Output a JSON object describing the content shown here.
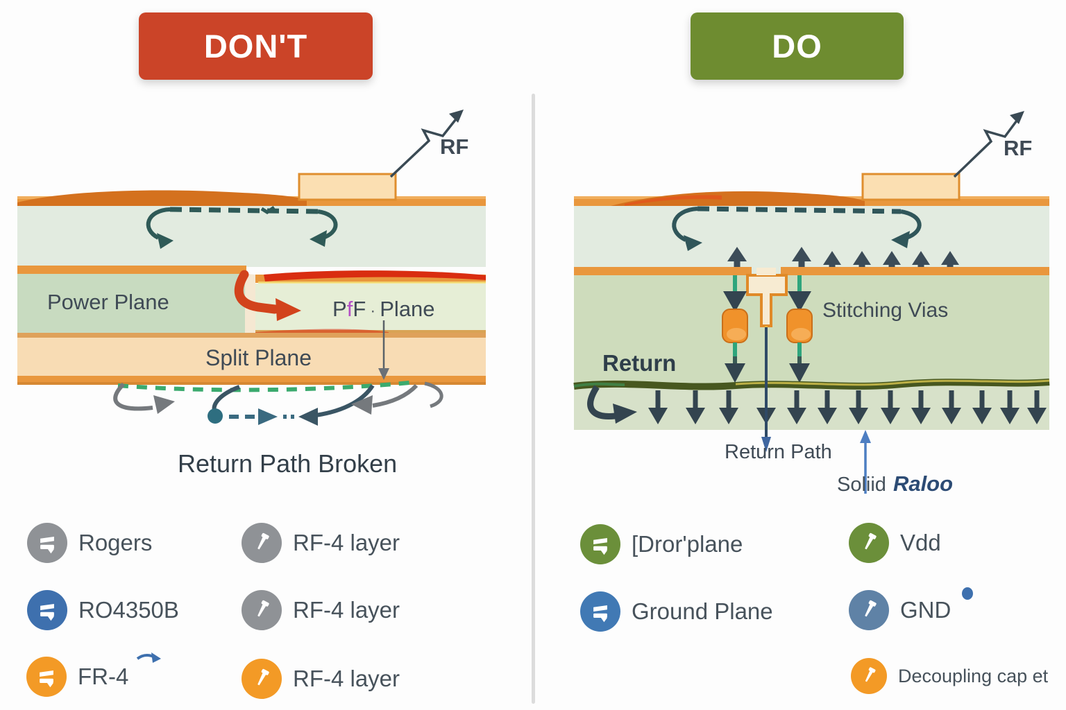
{
  "banners": {
    "dont": "DON'T",
    "do": "DO"
  },
  "left": {
    "rf": "RF",
    "power_plane": "Power Plane",
    "rf_plane": {
      "p": "P",
      "f": "f",
      "rest": "F",
      "sep": "·",
      "plane": "Plane"
    },
    "split_plane": "Split Plane",
    "caption": "Return Path Broken",
    "legend": [
      {
        "icon": "layers-icon",
        "color": "#8f9296",
        "label": "Rogers"
      },
      {
        "icon": "layers-icon",
        "color": "#3e70ae",
        "label": "RO4350B"
      },
      {
        "icon": "layers-icon",
        "color": "#f39a26",
        "label": "FR-4"
      },
      {
        "icon": "via-icon",
        "color": "#8f9296",
        "label": "RF-4 layer"
      },
      {
        "icon": "via-icon",
        "color": "#8f9296",
        "label": "RF-4 layer"
      },
      {
        "icon": "via-icon",
        "color": "#f39a26",
        "label": "RF-4 layer"
      }
    ]
  },
  "right": {
    "rf": "RF",
    "stitching_vias": "Stitching Vias",
    "return": "Return",
    "return_path": "Return Path",
    "solid_caption": {
      "normal": "Soliid",
      "accent": "Raloo"
    },
    "legend": [
      {
        "icon": "layers-icon",
        "color": "#6b8f3a",
        "label": "[Dror'plane"
      },
      {
        "icon": "layers-icon",
        "color": "#4179b4",
        "label": "Ground Plane"
      },
      {
        "icon": "via-icon",
        "color": "#6b8f3a",
        "label": "Vdd"
      },
      {
        "icon": "via-icon",
        "color": "#5f82a6",
        "label": "GND"
      },
      {
        "icon": "via-icon",
        "color": "#f39a26",
        "label": "Decoupling cap et"
      }
    ]
  },
  "colors": {
    "dont_banner": "#cb4428",
    "do_banner": "#6e8c30",
    "copper": "#e9973d",
    "copper_dark": "#d4711e",
    "pad_fill": "#fbdfb2",
    "pad_border": "#df8e2e",
    "substrate_light": "#e2ebe0",
    "power_plane_green": "#c8dbc0",
    "split_plane_tan": "#f8dcb4",
    "lower_substrate": "#cedcbc",
    "arrow_dark": "#33444f",
    "teal": "#2fa57c",
    "red_arrow": "#d2431c",
    "blue_arrow": "#4d7ec2",
    "via_orange": "#f0922b",
    "ground_dark": "#47571f"
  }
}
